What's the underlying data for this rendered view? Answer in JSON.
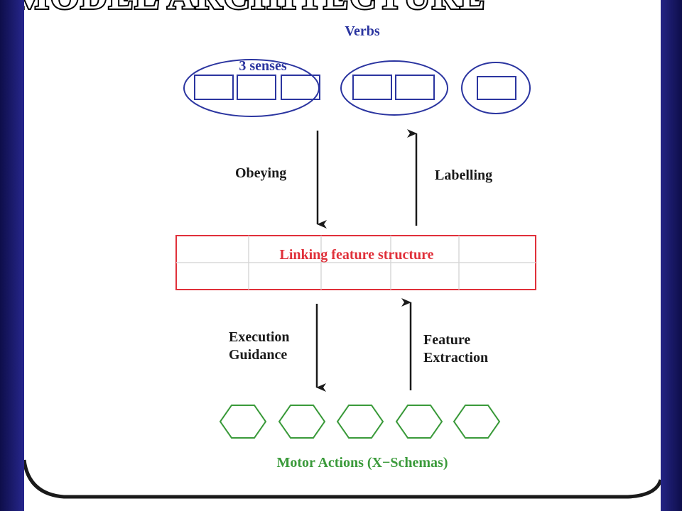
{
  "slide": {
    "title": "MODEL ARCHITECTURE",
    "verbs_label": "Verbs",
    "senses_label": "3 senses",
    "obeying_label": "Obeying",
    "labelling_label": "Labelling",
    "linking_label": "Linking feature structure",
    "execution_line1": "Execution",
    "execution_line2": "Guidance",
    "feature_line1": "Feature",
    "feature_line2": "Extraction",
    "motor_label": "Motor Actions (X−Schemas)"
  },
  "colors": {
    "blue": "#2b35a0",
    "red": "#e0303a",
    "green": "#3a9a3a",
    "dark": "#1a1a1a"
  }
}
